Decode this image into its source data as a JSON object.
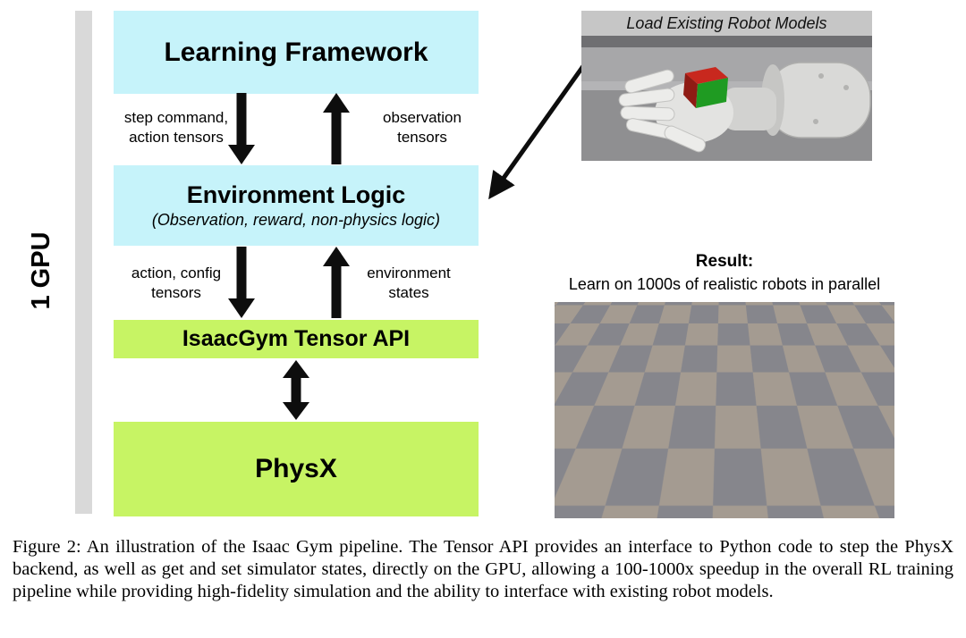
{
  "diagram": {
    "gpu_label": "1 GPU",
    "boxes": {
      "learning_framework": "Learning Framework",
      "environment_logic_title": "Environment Logic",
      "environment_logic_subtitle": "(Observation, reward, non-physics logic)",
      "tensor_api": "IsaacGym Tensor API",
      "physx": "PhysX"
    },
    "edge_labels": {
      "step_command": "step command,\naction tensors",
      "observation": "observation\ntensors",
      "action_config": "action, config\ntensors",
      "environment_states": "environment\nstates"
    }
  },
  "right_panel": {
    "load_models_title": "Load Existing Robot Models",
    "result_label": "Result:",
    "result_subtitle": "Learn on 1000s of realistic robots in parallel"
  },
  "caption": {
    "text": "Figure 2: An illustration of the Isaac Gym pipeline. The Tensor API provides an interface to Python code to step the PhysX backend, as well as get and set simulator states, directly on the GPU, allowing a 100-1000x speedup in the overall RL training pipeline while providing high-fidelity simulation and the ability to interface with existing robot models."
  },
  "colors": {
    "box_cyan": "#c6f3fa",
    "box_green": "#c7f464",
    "arrow_black": "#0d0d0d",
    "gpu_bar_gray": "#d9d9d9",
    "panel_header_gray": "#c6c6c6"
  }
}
